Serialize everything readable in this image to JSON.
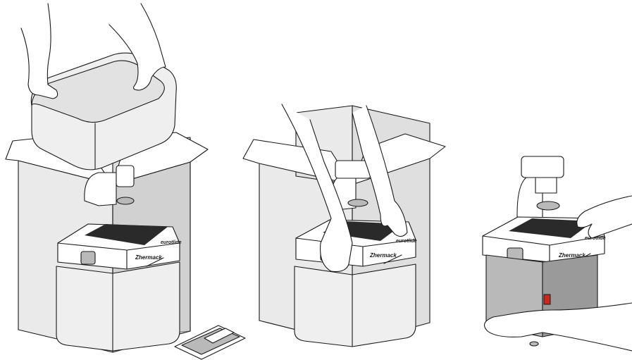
{
  "brand": {
    "logo_text": "Zhermack",
    "model_text": "eurotlide"
  },
  "scenes": [
    {
      "name": "lift-foam-cover"
    },
    {
      "name": "lift-trimmer-out"
    },
    {
      "name": "unpacked-trimmer"
    }
  ],
  "colors": {
    "box_gray": "#d4d4d4",
    "grill": "#2a2a2a",
    "switch_red": "#c8281e",
    "logo_red": "#c8281e"
  }
}
